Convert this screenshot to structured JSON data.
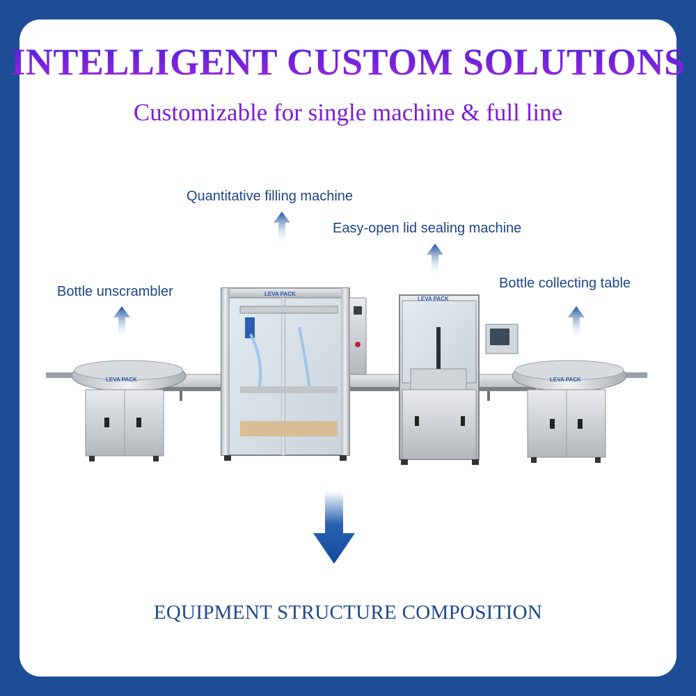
{
  "header": {
    "title": "INTELLIGENT CUSTOM SOLUTIONS",
    "subtitle": "Customizable for single machine & full line"
  },
  "machines": [
    {
      "key": "unscrambler",
      "label": "Bottle unscrambler"
    },
    {
      "key": "filler",
      "label": "Quantitative filling machine"
    },
    {
      "key": "sealer",
      "label": "Easy-open lid sealing machine"
    },
    {
      "key": "collector",
      "label": "Bottle collecting table"
    }
  ],
  "brand": {
    "logo_text": "LEVA PACK"
  },
  "footer": {
    "title": "EQUIPMENT STRUCTURE COMPOSITION"
  },
  "colors": {
    "background": "#1d4d96",
    "title_purple": "#7a18d6",
    "label_blue": "#1b4585",
    "arrow_blue": "#1a4f9c"
  }
}
